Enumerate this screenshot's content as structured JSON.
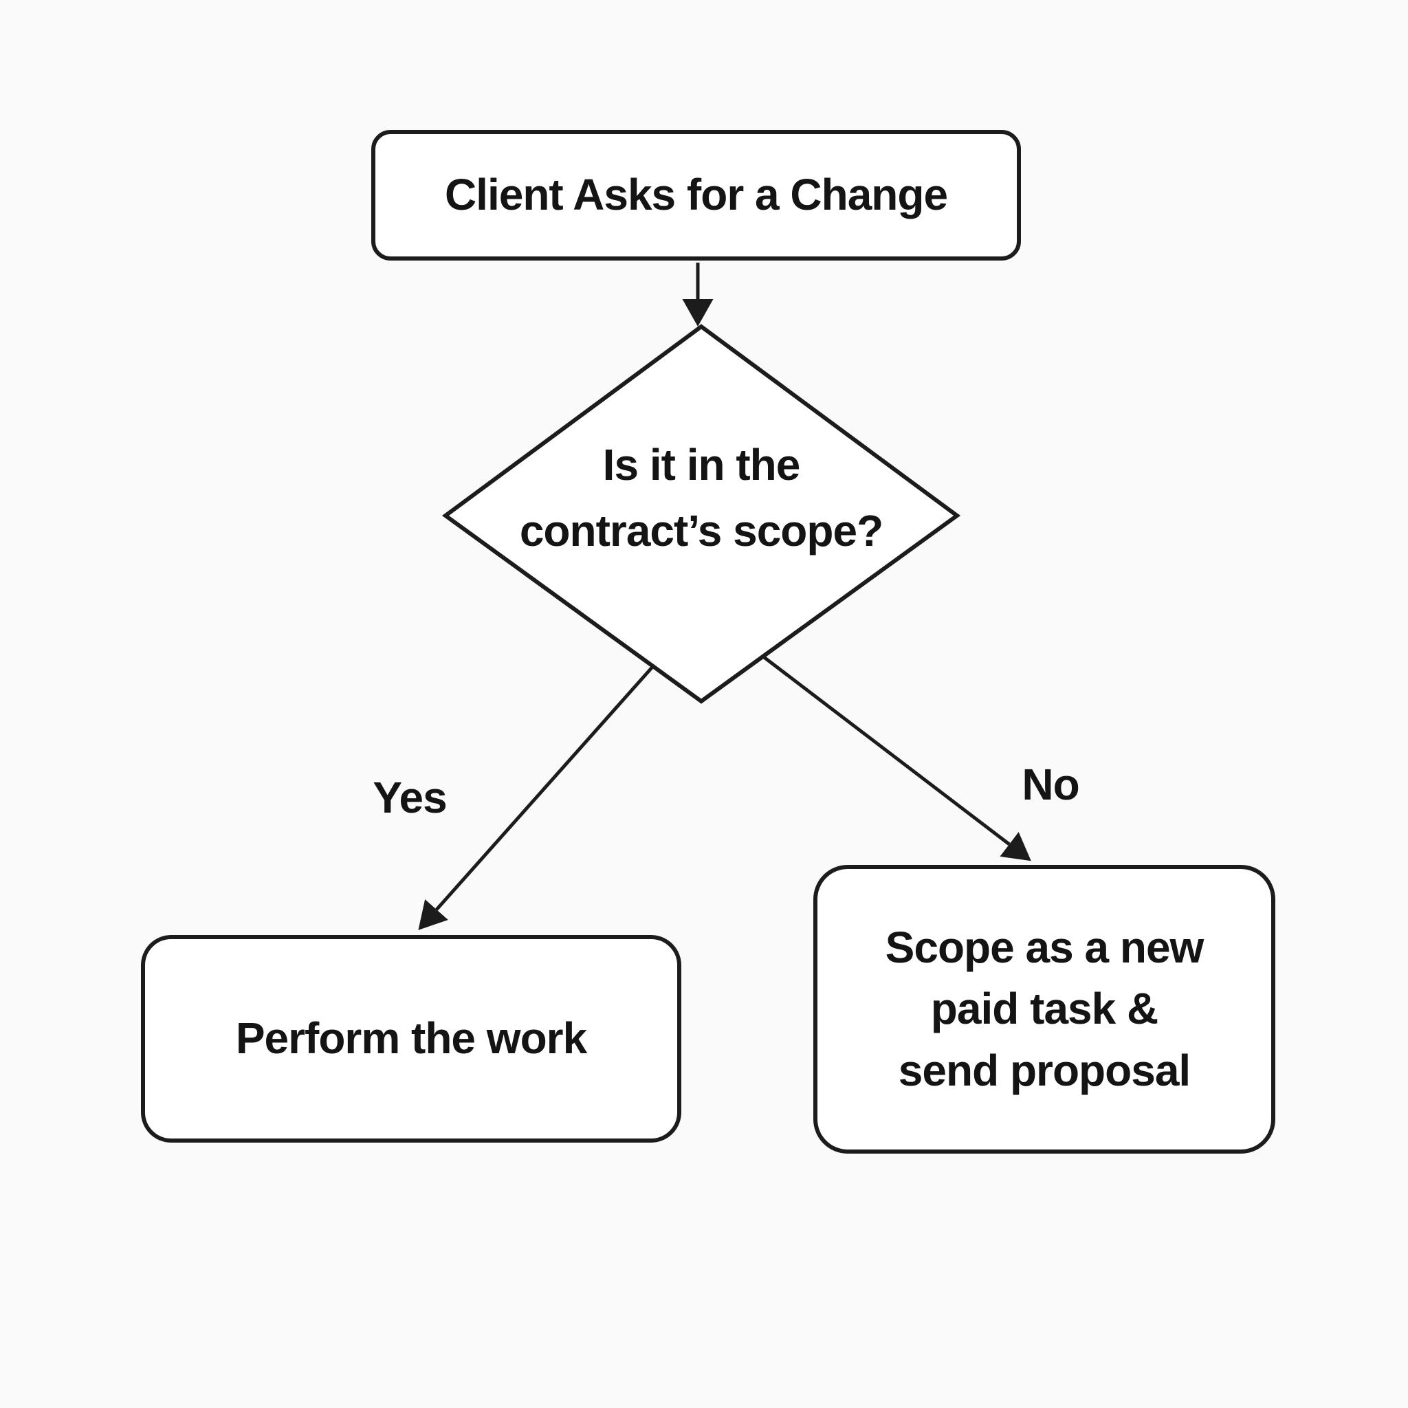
{
  "diagram": {
    "type": "flowchart",
    "background_color": "#fafafa",
    "node_fill_color": "#ffffff",
    "line_color": "#1c1c1c",
    "text_color": "#141414",
    "nodes": {
      "start": {
        "shape": "rounded-rect",
        "label": "Client Asks for a Change"
      },
      "decision": {
        "shape": "diamond",
        "lines": [
          "Is it in the",
          "contract’s scope?"
        ]
      },
      "perform": {
        "shape": "rounded-rect",
        "label": "Perform the work"
      },
      "scope": {
        "shape": "rounded-rect",
        "lines": [
          "Scope as a new",
          "paid task &",
          "send proposal"
        ]
      }
    },
    "edges": {
      "start_to_decision": {
        "from": "start",
        "to": "decision"
      },
      "yes": {
        "from": "decision",
        "to": "perform",
        "label": "Yes"
      },
      "no": {
        "from": "decision",
        "to": "scope",
        "label": "No"
      }
    }
  }
}
